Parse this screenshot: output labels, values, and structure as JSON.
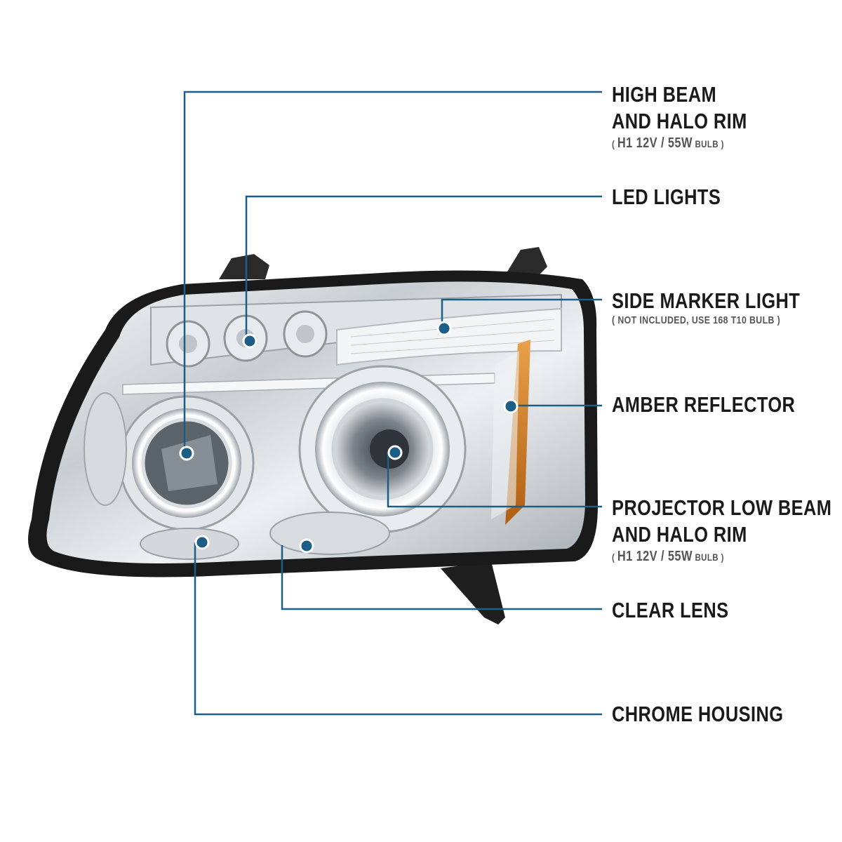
{
  "callouts": [
    {
      "id": "high-beam",
      "lines": [
        "HIGH BEAM",
        "AND HALO RIM"
      ],
      "sub_parts": [
        "( ",
        "H1  12V / 55W",
        " BULB )"
      ]
    },
    {
      "id": "led-lights",
      "lines": [
        "LED LIGHTS"
      ]
    },
    {
      "id": "side-marker",
      "lines": [
        "SIDE MARKER LIGHT"
      ],
      "sub_parts": [
        "( NOT INCLUDED, USE 168 T10  BULB )"
      ]
    },
    {
      "id": "amber-reflector",
      "lines": [
        "AMBER REFLECTOR"
      ]
    },
    {
      "id": "projector-low-beam",
      "lines": [
        "PROJECTOR LOW BEAM",
        "AND HALO RIM"
      ],
      "sub_parts": [
        "( ",
        "H1  12V / 55W",
        " BULB )"
      ]
    },
    {
      "id": "clear-lens",
      "lines": [
        "CLEAR LENS"
      ]
    },
    {
      "id": "chrome-housing",
      "lines": [
        "CHROME HOUSING"
      ]
    }
  ],
  "colors": {
    "leader": "#1c5e86",
    "dot": "#1c5e86",
    "amber": "#c8741a",
    "housing_edge": "#1a1a1a",
    "chrome": "#c9ced3"
  }
}
